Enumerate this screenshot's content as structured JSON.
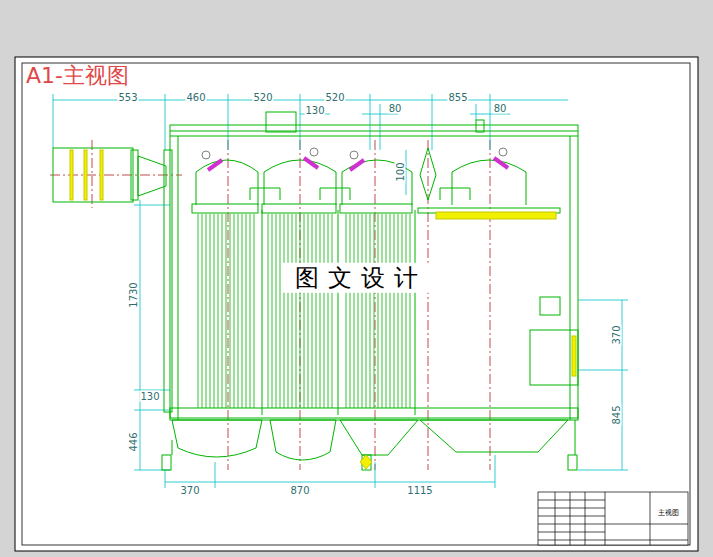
{
  "diagram": {
    "title": "A1-主视图",
    "labels": [
      "553",
      "460",
      "520",
      "130",
      "520",
      "80",
      "855",
      "80",
      "100",
      "1730",
      "130",
      "446",
      "370",
      "845",
      "370",
      "870",
      "1115",
      "图文设计",
      "主视图"
    ]
  }
}
